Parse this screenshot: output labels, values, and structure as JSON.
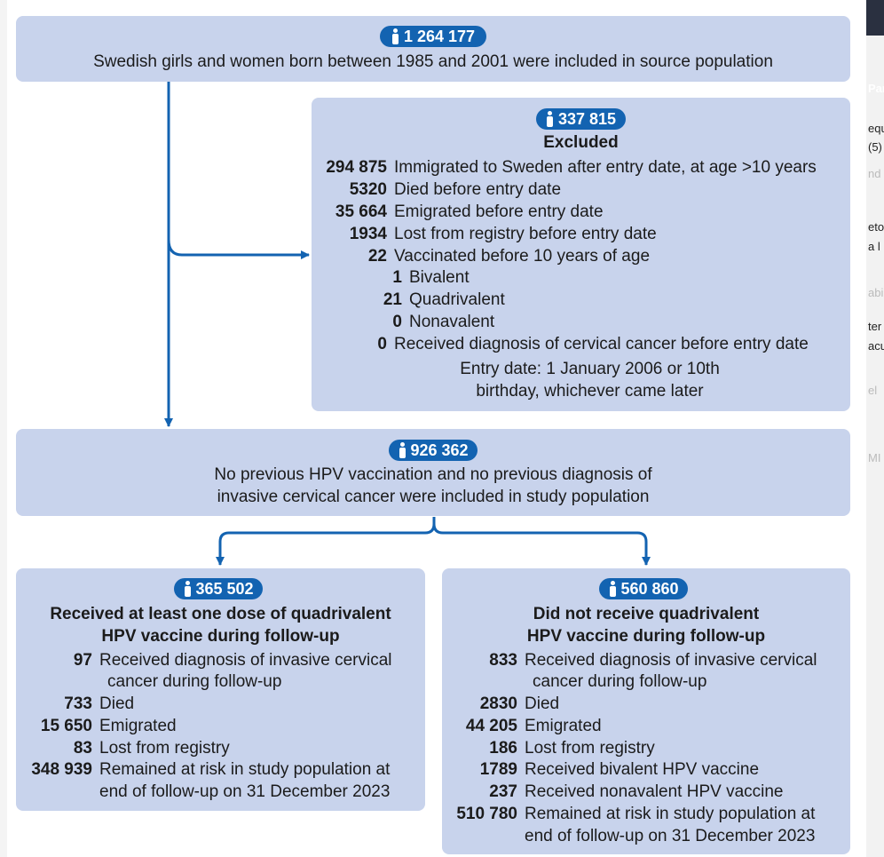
{
  "top": {
    "count": "1 264 177",
    "text": "Swedish girls and women born between 1985 and 2001 were included in source population"
  },
  "excluded": {
    "count": "337 815",
    "title": "Excluded",
    "rows": [
      {
        "num": "294 875",
        "text": "Immigrated to Sweden after entry date, at age >10 years"
      },
      {
        "num": "5320",
        "text": "Died before entry date"
      },
      {
        "num": "35 664",
        "text": "Emigrated before entry date"
      },
      {
        "num": "1934",
        "text": "Lost from registry before entry date"
      },
      {
        "num": "22",
        "text": "Vaccinated before 10 years of age"
      },
      {
        "num": "1",
        "text": "Bivalent"
      },
      {
        "num": "21",
        "text": "Quadrivalent"
      },
      {
        "num": "0",
        "text": "Nonavalent"
      },
      {
        "num": "0",
        "text": "Received diagnosis of cervical cancer before entry date"
      }
    ],
    "note_line1": "Entry date: 1 January 2006 or 10th",
    "note_line2": "birthday, whichever came later"
  },
  "study": {
    "count": "926 362",
    "line1": "No previous HPV vaccination and no previous diagnosis of",
    "line2": "invasive cervical cancer were included in study population"
  },
  "vaccinated": {
    "count": "365 502",
    "title_line1": "Received at least one dose of quadrivalent",
    "title_line2": "HPV vaccine during follow-up",
    "rows": [
      {
        "num": "97",
        "text": "Received diagnosis of invasive cervical"
      },
      {
        "num": "",
        "text": "cancer during follow-up"
      },
      {
        "num": "733",
        "text": "Died"
      },
      {
        "num": "15 650",
        "text": "Emigrated"
      },
      {
        "num": "83",
        "text": "Lost from registry"
      },
      {
        "num": "348 939",
        "text": "Remained at risk in study population at"
      },
      {
        "num": "",
        "text": "end of follow-up on 31 December 2023"
      }
    ]
  },
  "unvaccinated": {
    "count": "560 860",
    "title_line1": "Did not receive quadrivalent",
    "title_line2": "HPV vaccine during follow-up",
    "rows": [
      {
        "num": "833",
        "text": "Received diagnosis of invasive cervical"
      },
      {
        "num": "",
        "text": "cancer during follow-up"
      },
      {
        "num": "2830",
        "text": "Died"
      },
      {
        "num": "44 205",
        "text": "Emigrated"
      },
      {
        "num": "186",
        "text": "Lost from registry"
      },
      {
        "num": "1789",
        "text": "Received bivalent HPV vaccine"
      },
      {
        "num": "237",
        "text": "Received nonavalent HPV vaccine"
      },
      {
        "num": "510 780",
        "text": "Remained at risk in study population at"
      },
      {
        "num": "",
        "text": "end of follow-up on 31 December 2023"
      }
    ]
  },
  "side_strip": {
    "header": "Par",
    "lines": [
      "equ",
      "(5)",
      "nd",
      "eto",
      "a l",
      "abi",
      "ter",
      "acu",
      "el",
      "MI"
    ]
  },
  "colors": {
    "box": "#c8d3ec",
    "badge": "#1363b1",
    "arrow": "#1363b1"
  }
}
